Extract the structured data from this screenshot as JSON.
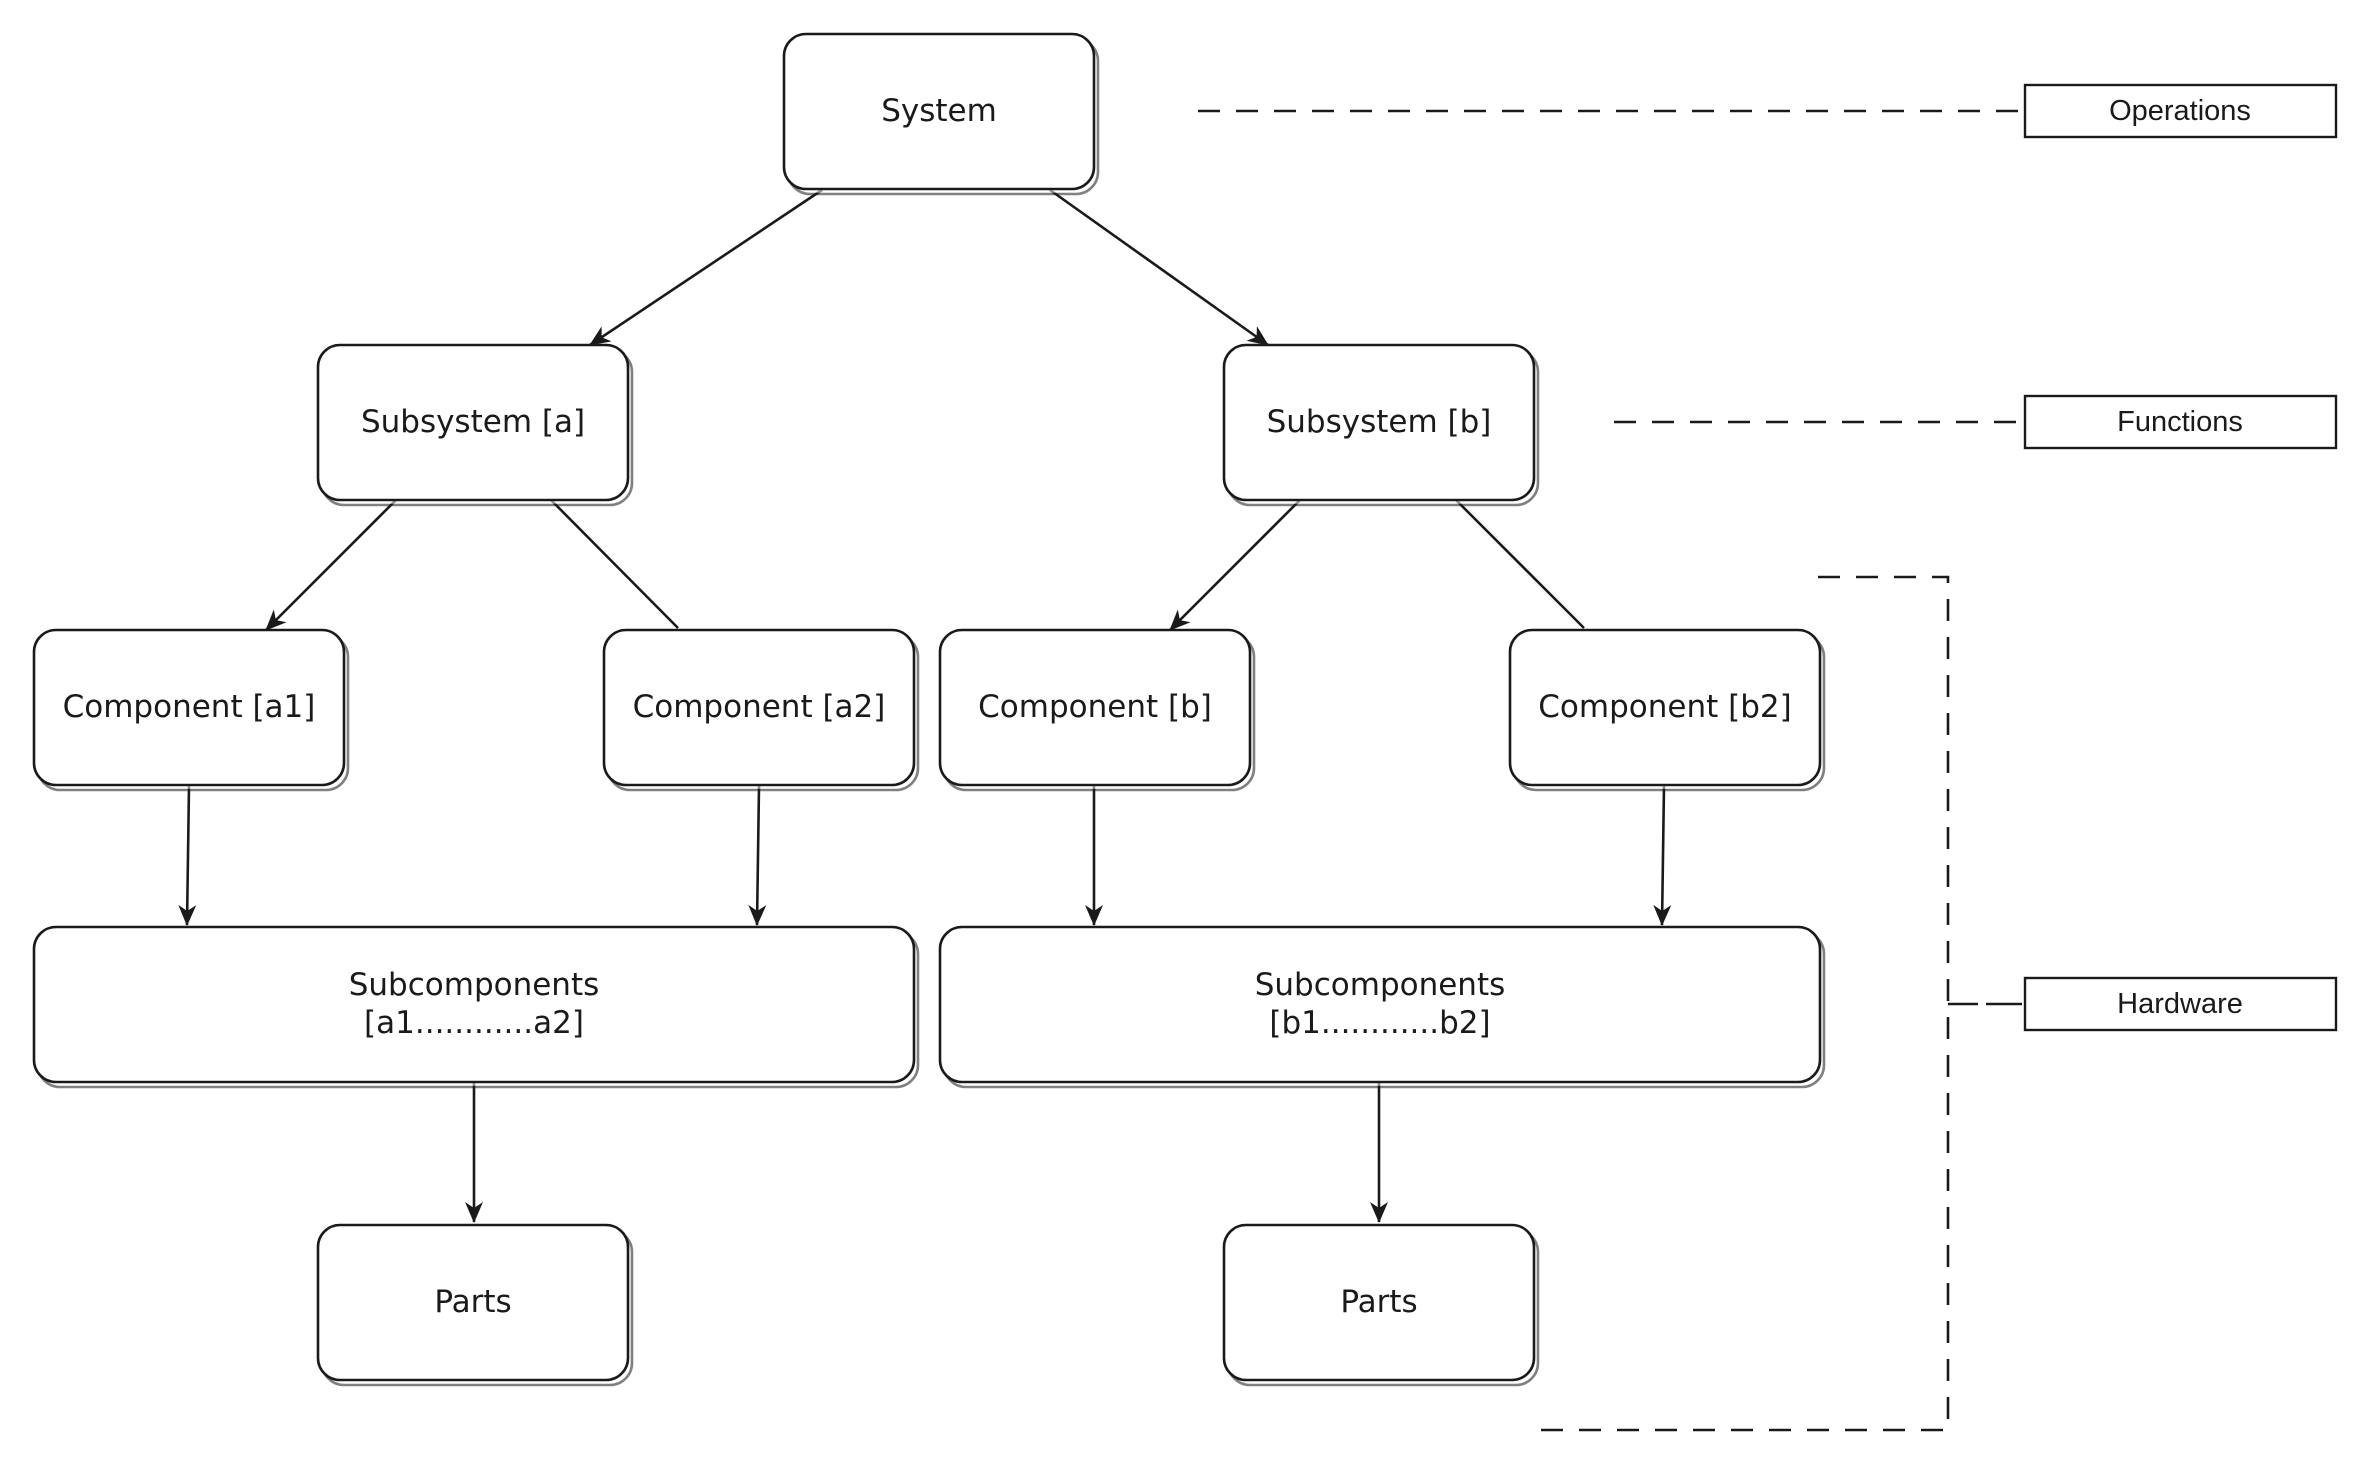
{
  "nodes": {
    "system": "System",
    "subsystem_a": "Subsystem [a]",
    "subsystem_b": "Subsystem [b]",
    "component_a1": "Component [a1]",
    "component_a2": "Component [a2]",
    "component_b": "Component [b]",
    "component_b2": "Component [b2]",
    "subcomponents_a": [
      "Subcomponents",
      "[a1............a2]"
    ],
    "subcomponents_b": [
      "Subcomponents",
      "[b1............b2]"
    ],
    "parts_a": "Parts",
    "parts_b": "Parts"
  },
  "levels": {
    "operations": "Operations",
    "functions": "Functions",
    "hardware": "Hardware"
  }
}
